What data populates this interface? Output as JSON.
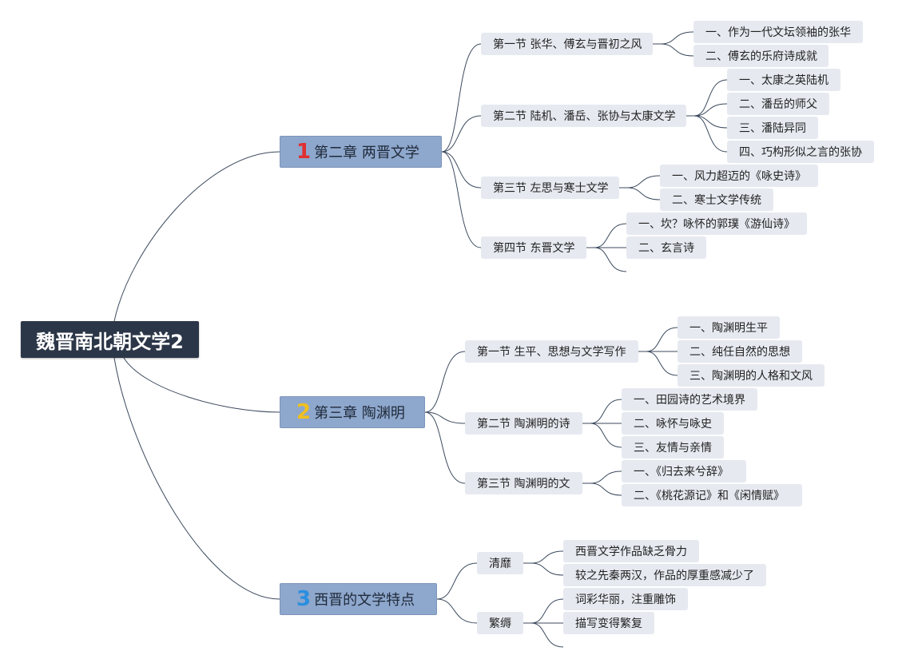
{
  "root": {
    "title": "魏晋南北朝文学2"
  },
  "chapters": [
    {
      "num": "1",
      "num_color": "#e03030",
      "title": "第二章 两晋文学",
      "sections": [
        {
          "label": "第一节 张华、傅玄与晋初之风",
          "items": [
            "一、作为一代文坛领袖的张华",
            "二、傅玄的乐府诗成就"
          ]
        },
        {
          "label": "第二节 陆机、潘岳、张协与太康文学",
          "items": [
            "一、太康之英陆机",
            "二、潘岳的师父",
            "三、潘陆异同",
            "四、巧构形似之言的张协"
          ]
        },
        {
          "label": "第三节 左思与寒士文学",
          "items": [
            "一、风力超迈的《咏史诗》",
            "二、寒士文学传统"
          ]
        },
        {
          "label": "第四节 东晋文学",
          "items": [
            "一、坎？咏怀的郭璞《游仙诗》",
            "二、玄言诗",
            ""
          ]
        }
      ]
    },
    {
      "num": "2",
      "num_color": "#f0c020",
      "title": "第三章 陶渊明",
      "sections": [
        {
          "label": "第一节 生平、思想与文学写作",
          "items": [
            "一、陶渊明生平",
            "二、纯任自然的思想",
            "三、陶渊明的人格和文风"
          ]
        },
        {
          "label": "第二节 陶渊明的诗",
          "items": [
            "一、田园诗的艺术境界",
            "二、咏怀与咏史",
            "三、友情与亲情"
          ]
        },
        {
          "label": "第三节 陶渊明的文",
          "items": [
            "一、《归去来兮辞》",
            "二、《桃花源记》和《闲情赋》"
          ]
        }
      ]
    },
    {
      "num": "3",
      "num_color": "#2a8fe0",
      "title": "西晋的文学特点",
      "sections": [
        {
          "label": "清靡",
          "items": [
            "西晋文学作品缺乏骨力",
            "较之先秦两汉，作品的厚重感减少了"
          ]
        },
        {
          "label": "繁缛",
          "items": [
            "词彩华丽，注重雕饰",
            "描写变得繁复",
            ""
          ]
        }
      ]
    }
  ],
  "colors": {
    "line": "#3c4a5e",
    "root_bg": "#2b3648",
    "chapter_bg": "#8ea7cc",
    "node_bg": "#e6e9f0"
  }
}
